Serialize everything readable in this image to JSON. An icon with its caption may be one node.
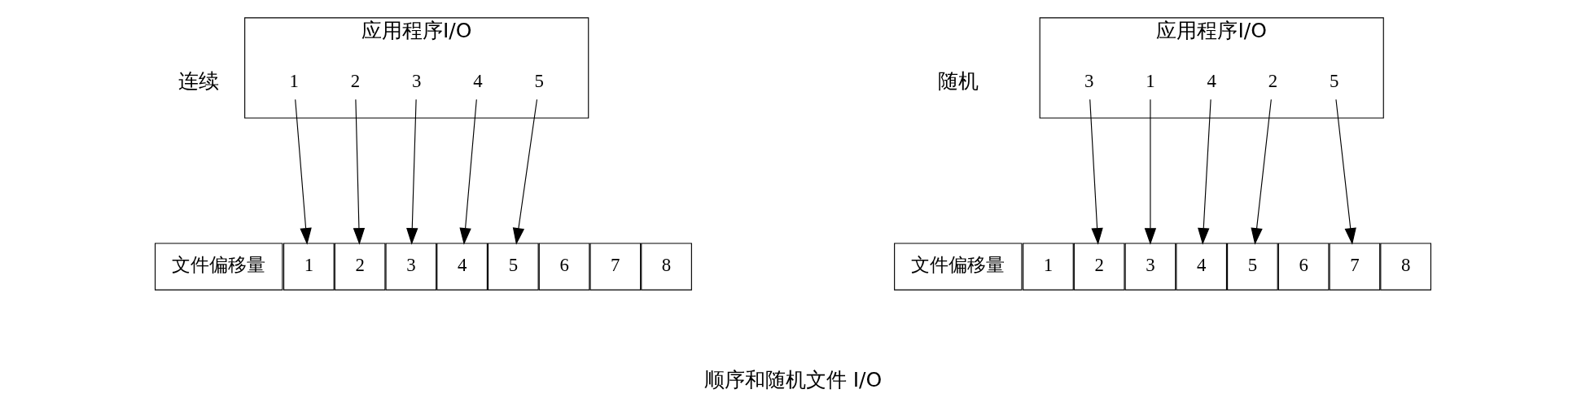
{
  "diagram": {
    "caption": "顺序和随机文件 I/O",
    "nodes": [
      {
        "text": [
          "应用程序I/O"
        ]
      },
      {
        "text": [
          "1"
        ],
        "in": 0
      },
      {
        "text": [
          "2"
        ],
        "in": 0
      },
      {
        "text": [
          "3"
        ],
        "in": 0
      },
      {
        "text": [
          "4"
        ],
        "in": 0
      },
      {
        "text": [
          "5"
        ],
        "in": 0
      },
      {
        "text": [
          "文件偏移量"
        ]
      },
      {
        "text": [
          "1"
        ]
      },
      {
        "text": [
          "2"
        ]
      },
      {
        "text": [
          "3"
        ]
      },
      {
        "text": [
          "4"
        ]
      },
      {
        "text": [
          "5"
        ]
      },
      {
        "text": [
          "6"
        ]
      },
      {
        "text": [
          "7"
        ]
      },
      {
        "text": [
          "8"
        ]
      },
      {
        "text": [
          "应用程序I/O"
        ]
      },
      {
        "text": [
          "1"
        ],
        "in": 15
      },
      {
        "text": [
          "2"
        ],
        "in": 15
      },
      {
        "text": [
          "3"
        ],
        "in": 15
      },
      {
        "text": [
          "4"
        ],
        "in": 15
      },
      {
        "text": [
          "5"
        ],
        "in": 15
      },
      {
        "text": [
          "文件偏移量"
        ]
      },
      {
        "text": [
          "1"
        ]
      },
      {
        "text": [
          "2"
        ]
      },
      {
        "text": [
          "3"
        ]
      },
      {
        "text": [
          "4"
        ]
      },
      {
        "text": [
          "5"
        ]
      },
      {
        "text": [
          "6"
        ]
      },
      {
        "text": [
          "7"
        ]
      },
      {
        "text": [
          "8"
        ]
      }
    ],
    "edges": [
      {
        "from": 1,
        "to": 7,
        "arrow": "to"
      },
      {
        "from": 2,
        "to": 8,
        "arrow": "to"
      },
      {
        "from": 3,
        "to": 9,
        "arrow": "to"
      },
      {
        "from": 4,
        "to": 10,
        "arrow": "to"
      },
      {
        "from": 5,
        "to": 11,
        "arrow": "to"
      },
      {
        "from": 16,
        "to": 24,
        "arrow": "to"
      },
      {
        "from": 17,
        "to": 26,
        "arrow": "to"
      },
      {
        "from": 18,
        "to": 23,
        "arrow": "to"
      },
      {
        "from": 19,
        "to": 25,
        "arrow": "to"
      },
      {
        "from": 20,
        "to": 28,
        "arrow": "to"
      }
    ],
    "labels": [
      "连续",
      "随机"
    ]
  }
}
